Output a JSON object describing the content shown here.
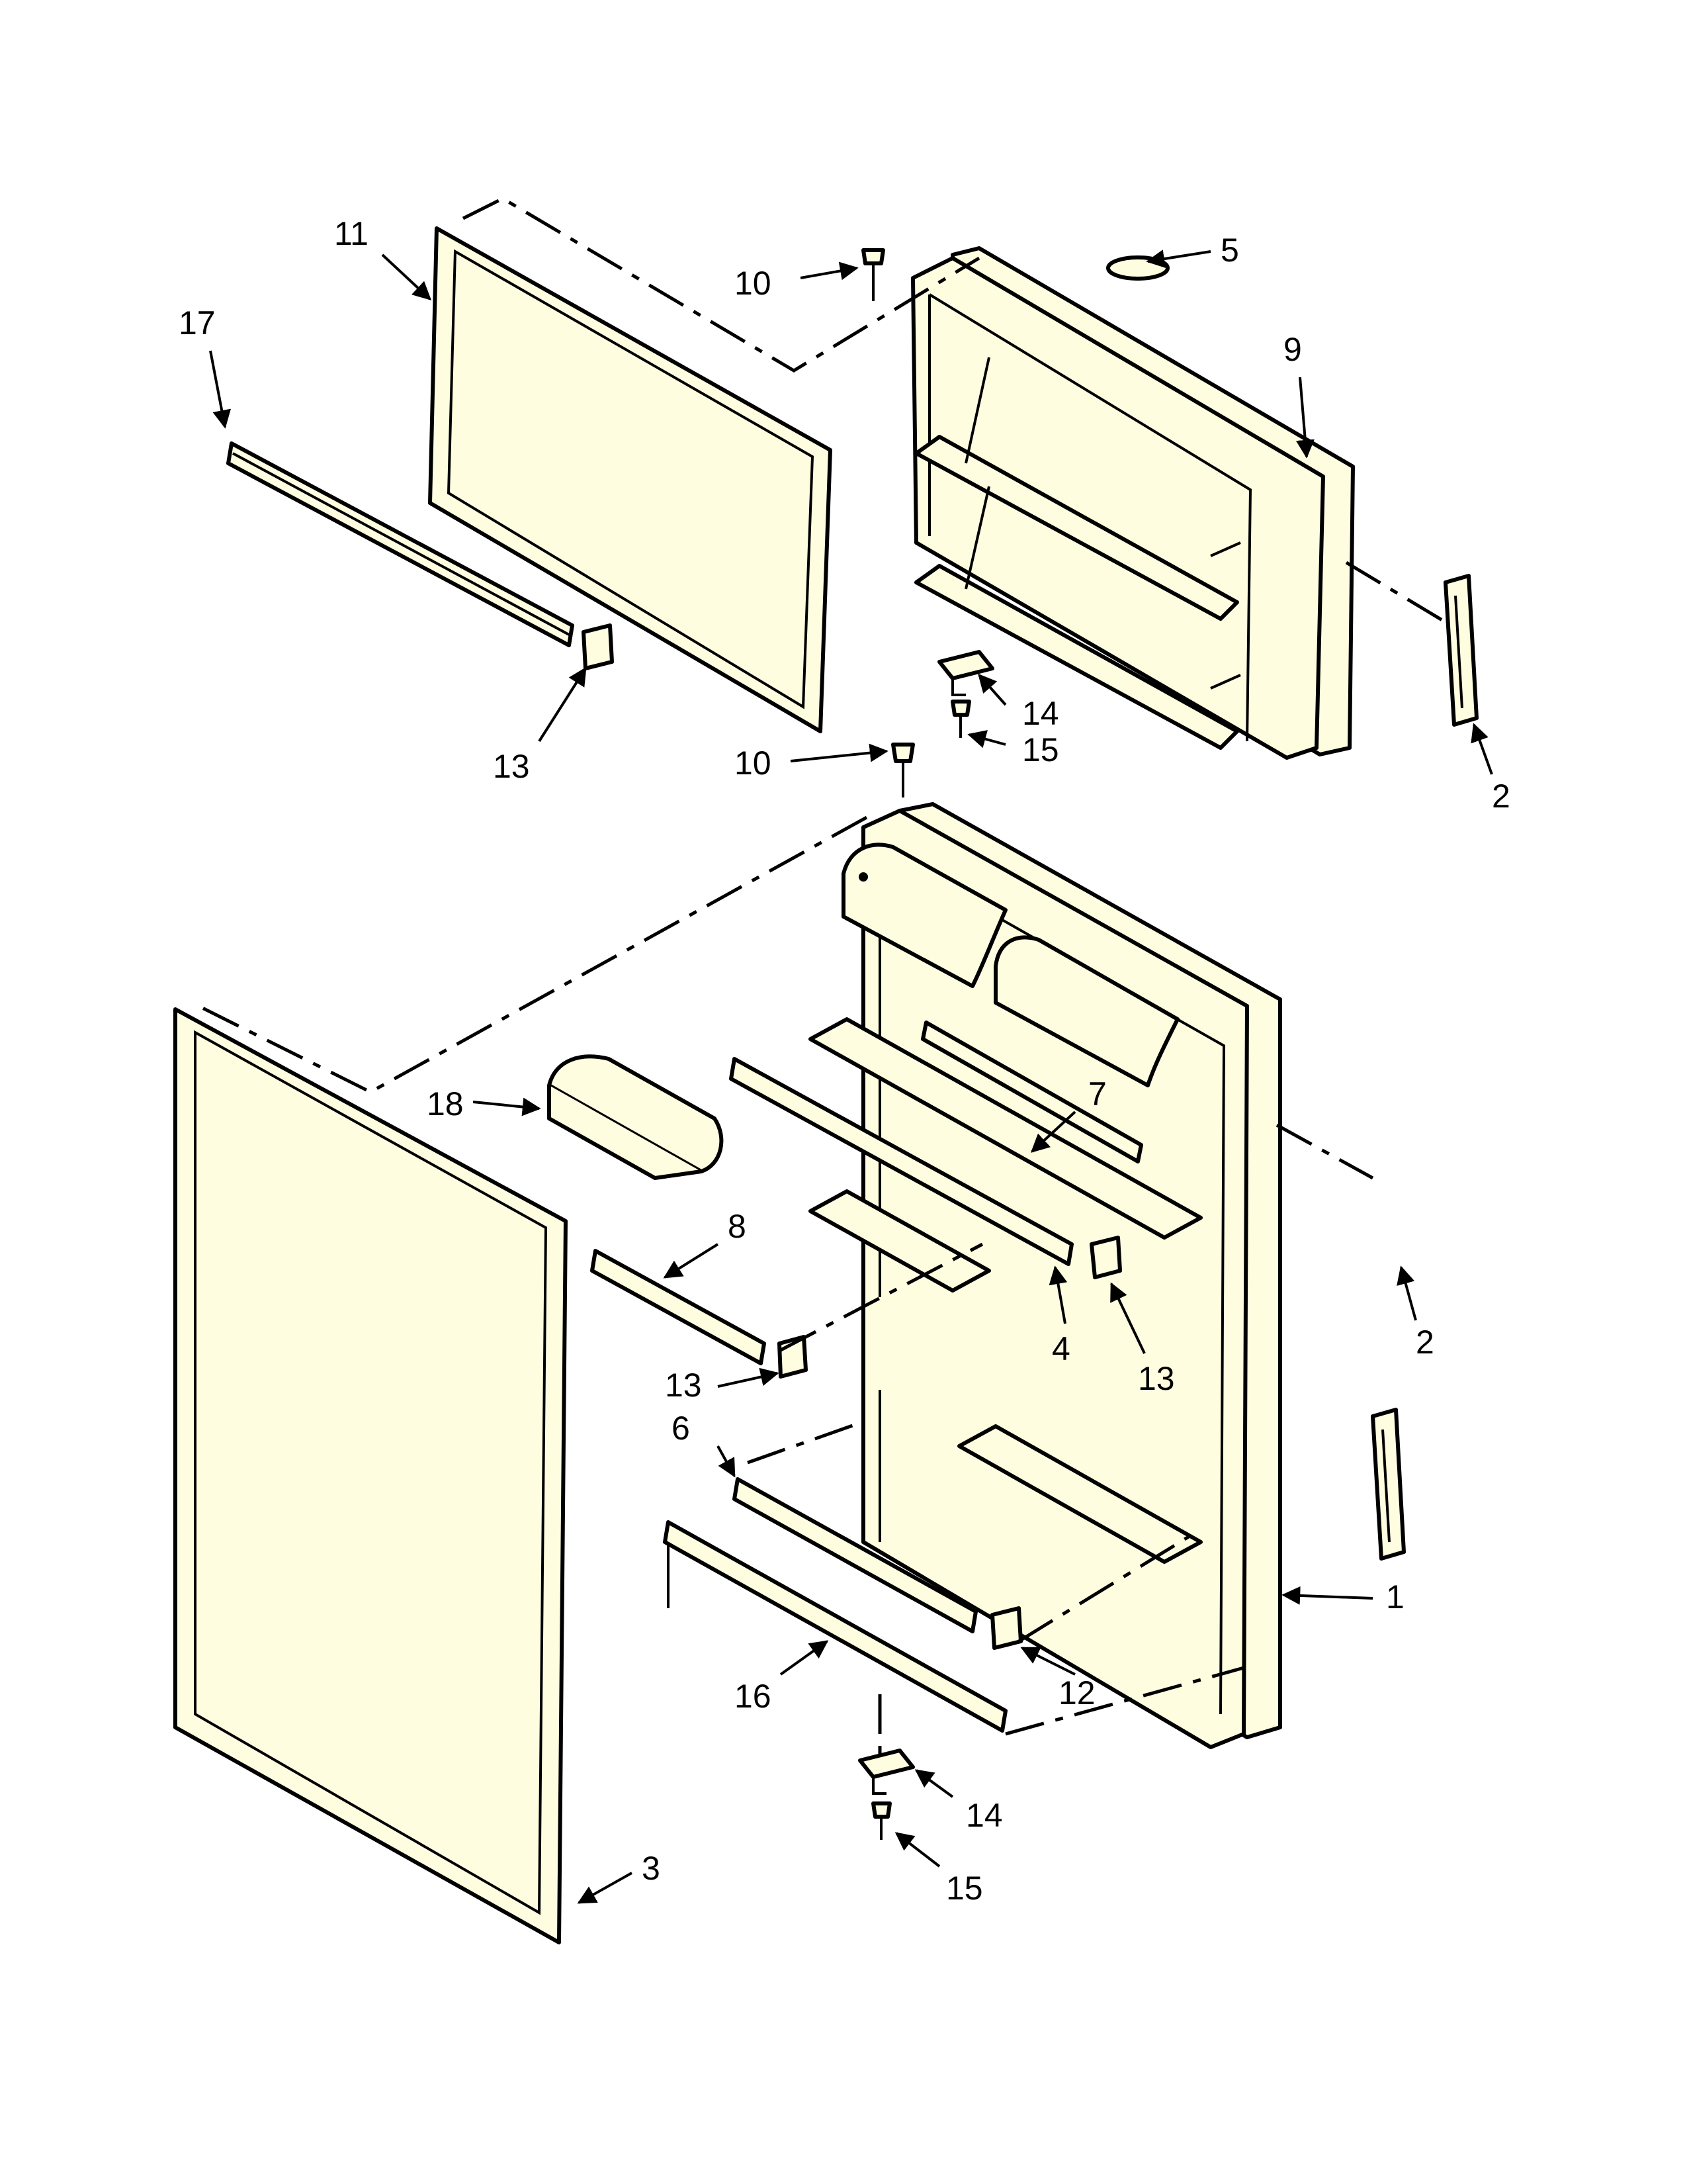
{
  "diagram": {
    "callouts": [
      {
        "key": "c11",
        "label": "11"
      },
      {
        "key": "c17",
        "label": "17"
      },
      {
        "key": "c10a",
        "label": "10"
      },
      {
        "key": "c5",
        "label": "5"
      },
      {
        "key": "c9",
        "label": "9"
      },
      {
        "key": "c13a",
        "label": "13"
      },
      {
        "key": "c14a",
        "label": "14"
      },
      {
        "key": "c15a",
        "label": "15"
      },
      {
        "key": "c10b",
        "label": "10"
      },
      {
        "key": "c2a",
        "label": "2"
      },
      {
        "key": "c7",
        "label": "7"
      },
      {
        "key": "c18",
        "label": "18"
      },
      {
        "key": "c8",
        "label": "8"
      },
      {
        "key": "c2b",
        "label": "2"
      },
      {
        "key": "c4",
        "label": "4"
      },
      {
        "key": "c13b",
        "label": "13"
      },
      {
        "key": "c13c",
        "label": "13"
      },
      {
        "key": "c6",
        "label": "6"
      },
      {
        "key": "c1",
        "label": "1"
      },
      {
        "key": "c12",
        "label": "12"
      },
      {
        "key": "c16",
        "label": "16"
      },
      {
        "key": "c14b",
        "label": "14"
      },
      {
        "key": "c15b",
        "label": "15"
      },
      {
        "key": "c3",
        "label": "3"
      }
    ]
  }
}
